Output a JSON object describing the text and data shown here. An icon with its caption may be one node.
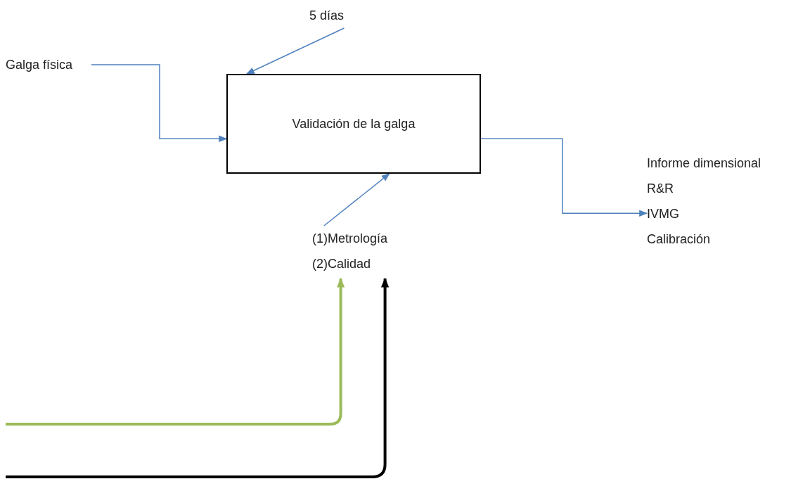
{
  "diagram": {
    "nodes": [
      {
        "text": [
          "5 días"
        ]
      },
      {
        "text": [
          "Galga física"
        ]
      },
      {
        "text": [
          "Validación de la galga"
        ]
      },
      {
        "text": [
          "Informe dimensional",
          "R&R",
          "IVMG",
          "Calibración"
        ]
      },
      {
        "text": [
          "(1)Metrología",
          "(2)Calidad"
        ]
      }
    ],
    "edges": [
      {
        "from": 0,
        "to": 2,
        "arrow": "to"
      },
      {
        "from": 1,
        "to": 2,
        "arrow": "to"
      },
      {
        "from": 2,
        "to": 3,
        "arrow": "to"
      },
      {
        "from": 4,
        "to": 2,
        "arrow": "to"
      },
      {
        "from": null,
        "to": 4,
        "arrow": "to",
        "style": "thick",
        "color": "#9bbb59"
      },
      {
        "from": null,
        "to": 4,
        "arrow": "to",
        "style": "thick",
        "color": "#000000"
      }
    ]
  }
}
